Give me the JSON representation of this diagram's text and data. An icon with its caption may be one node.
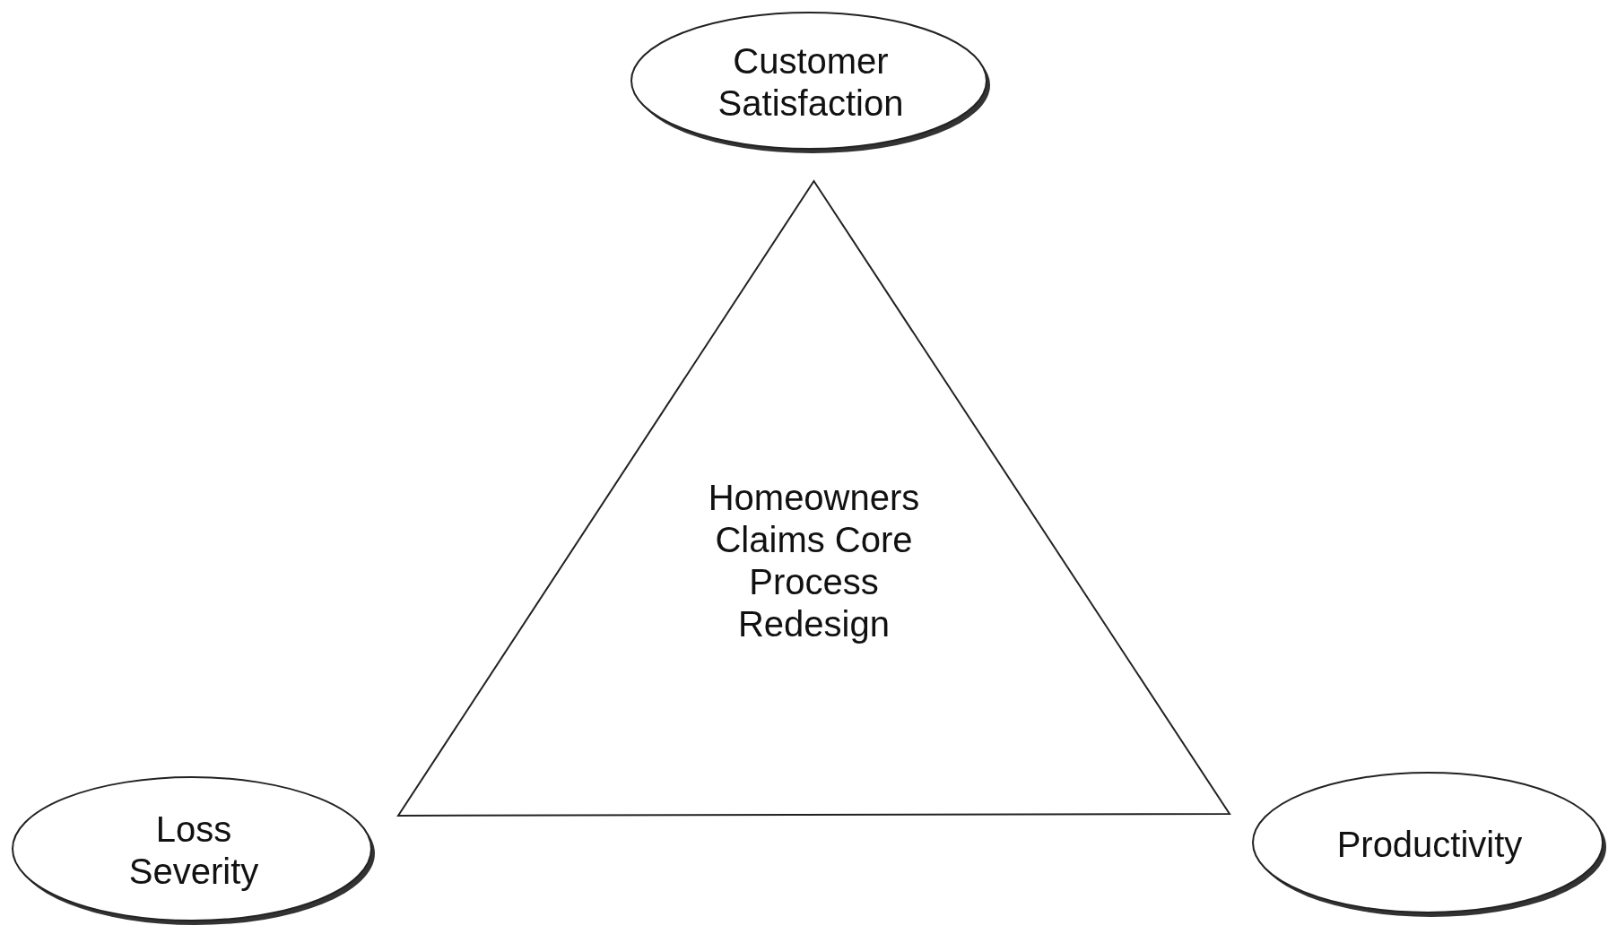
{
  "diagram": {
    "nodes": [
      {
        "text": [
          "Customer Satisfaction"
        ]
      },
      {
        "text": [
          "Homeowners Claims Core Process Redesign"
        ]
      },
      {
        "text": [
          "Loss Severity"
        ]
      },
      {
        "text": [
          "Productivity"
        ]
      }
    ]
  }
}
